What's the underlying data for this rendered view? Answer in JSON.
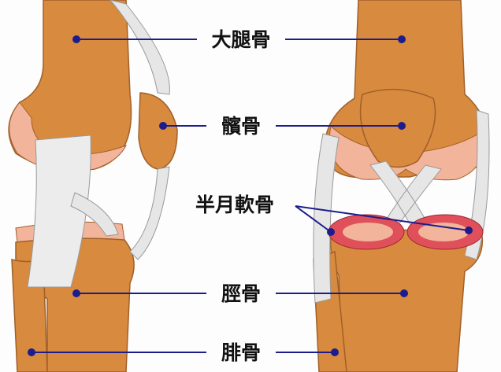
{
  "labels": {
    "femur": "大腿骨",
    "patella": "髕骨",
    "meniscus": "半月軟骨",
    "tibia": "脛骨",
    "fibula": "腓骨"
  },
  "colors": {
    "bone": "#d88a3e",
    "bone_dark": "#b86a28",
    "cartilage": "#f2b49a",
    "ligament": "#e6e6e6",
    "meniscus": "#e0505a",
    "leader_line": "#1c1c8c"
  }
}
